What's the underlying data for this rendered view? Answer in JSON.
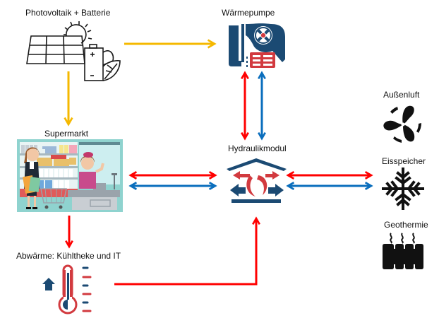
{
  "colors": {
    "solar_arrow": "#F5B800",
    "hot_arrow": "#FF0000",
    "cold_arrow": "#0A6EBD",
    "navy": "#1B4A73",
    "icon_red": "#D23A3F",
    "icon_black": "#111111",
    "supermarket_bg": "#8FD3CF"
  },
  "nodes": {
    "photovoltaik": {
      "label": "Photovoltaik + Batterie",
      "icon": "solar-panel-battery-icon"
    },
    "waermepumpe": {
      "label": "Wärmepumpe",
      "icon": "heat-pump-icon"
    },
    "supermarkt": {
      "label": "Supermarkt",
      "icon": "supermarket-illustration"
    },
    "hydraulikmodul": {
      "label": "Hydraulikmodul",
      "icon": "hydraulic-module-icon"
    },
    "abwaerme": {
      "label": "Abwärme: Kühltheke und IT",
      "icon": "thermometer-icon"
    },
    "aussenluft": {
      "label": "Außenluft",
      "icon": "fan-icon"
    },
    "eisspeicher": {
      "label": "Eisspeicher",
      "icon": "snowflake-icon"
    },
    "geothermie": {
      "label": "Geothermie",
      "icon": "geothermal-icon"
    }
  },
  "edges": [
    {
      "from": "photovoltaik",
      "to": "waermepumpe",
      "type": "electricity",
      "direction": "one-way"
    },
    {
      "from": "photovoltaik",
      "to": "supermarkt",
      "type": "electricity",
      "direction": "one-way"
    },
    {
      "from": "waermepumpe",
      "to": "hydraulikmodul",
      "type": "hot",
      "direction": "two-way"
    },
    {
      "from": "waermepumpe",
      "to": "hydraulikmodul",
      "type": "cold",
      "direction": "two-way"
    },
    {
      "from": "supermarkt",
      "to": "hydraulikmodul",
      "type": "hot",
      "direction": "two-way"
    },
    {
      "from": "supermarkt",
      "to": "hydraulikmodul",
      "type": "cold",
      "direction": "two-way"
    },
    {
      "from": "hydraulikmodul",
      "to": "sources",
      "type": "hot",
      "direction": "two-way"
    },
    {
      "from": "hydraulikmodul",
      "to": "sources",
      "type": "cold",
      "direction": "two-way"
    },
    {
      "from": "supermarkt",
      "to": "abwaerme",
      "type": "hot",
      "direction": "one-way"
    },
    {
      "from": "abwaerme",
      "to": "hydraulikmodul",
      "type": "hot",
      "direction": "one-way"
    }
  ]
}
